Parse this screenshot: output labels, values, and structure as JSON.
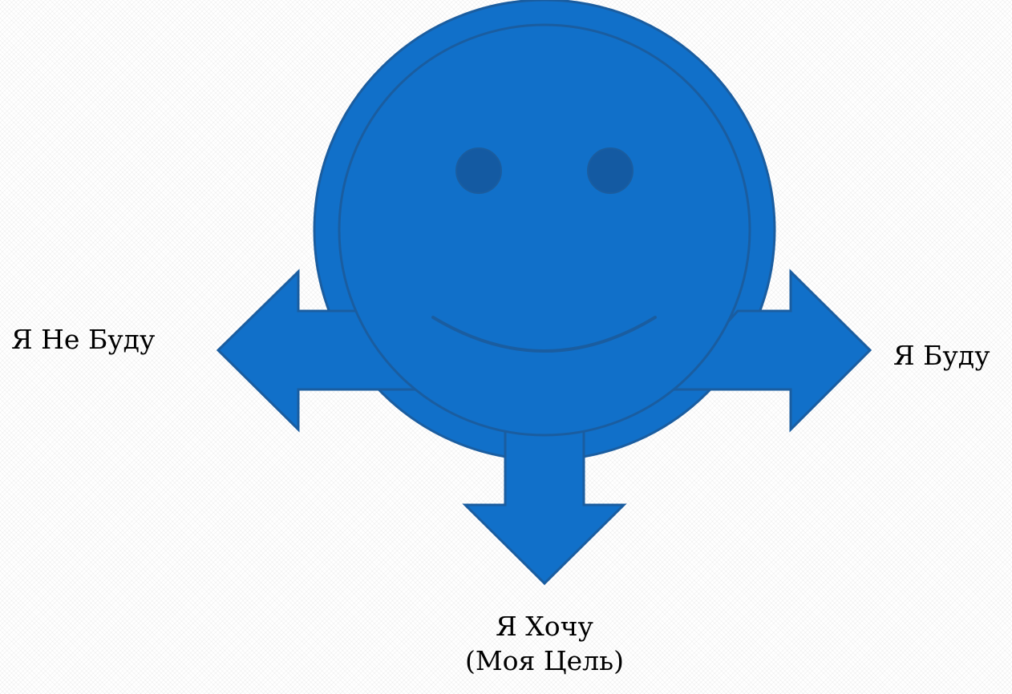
{
  "colors": {
    "fill": "#1170c9",
    "stroke": "#1a5da0",
    "eye": "#145aa2",
    "text": "#000000"
  },
  "labels": {
    "left": "Я Не Буду",
    "right": "Я Буду",
    "bottom_line1": "Я Хочу",
    "bottom_line2": "(Моя Цель)"
  },
  "icons": {
    "face": "smiley-face-icon",
    "left_arrow": "arrow-left-icon",
    "right_arrow": "arrow-right-icon",
    "down_arrow": "arrow-down-icon"
  }
}
